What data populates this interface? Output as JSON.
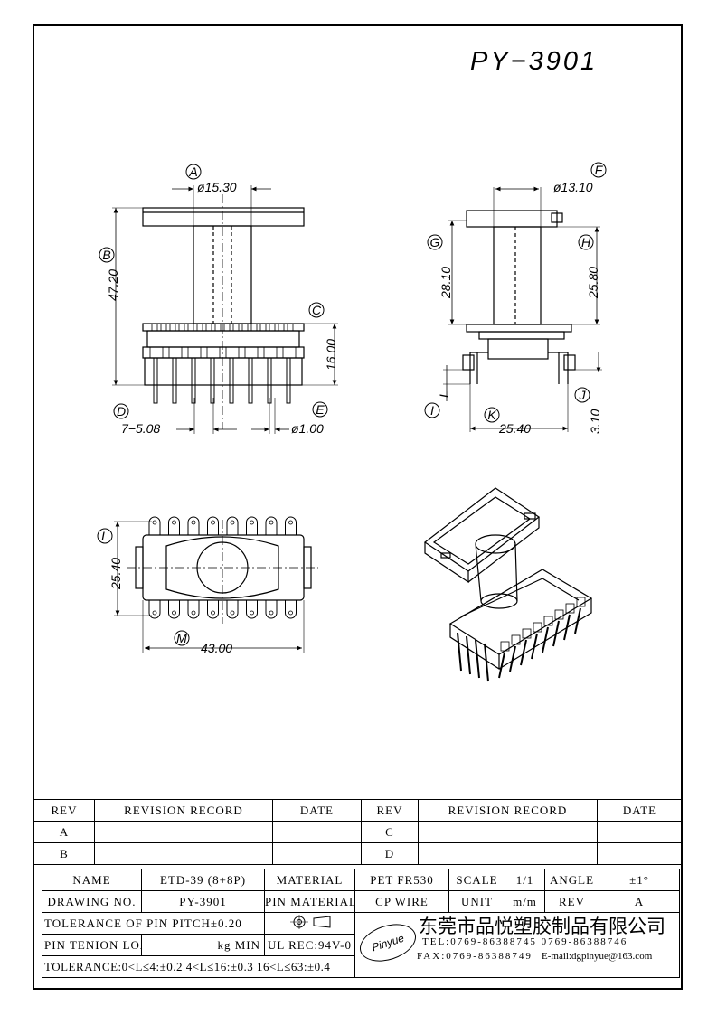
{
  "title": "PY−3901",
  "dimensions": {
    "A": "A",
    "B": "B",
    "C": "C",
    "D": "D",
    "E": "E",
    "F": "F",
    "G": "G",
    "H": "H",
    "I": "I",
    "J": "J",
    "K": "K",
    "L": "L",
    "M": "M",
    "dia_15_30": "ø15.30",
    "d_47_20": "47.20",
    "d_16_00": "16.00",
    "pitch": "7−5.08",
    "dia_1_00": "ø1.00",
    "dia_13_10": "ø13.10",
    "d_28_10": "28.10",
    "d_25_80": "25.80",
    "L_label": "L",
    "d_25_40_side": "25.40",
    "d_3_10": "3.10",
    "d_25_40_bottom": "25.40",
    "d_43_00": "43.00"
  },
  "revision": {
    "head_rev": "REV",
    "head_record": "REVISION RECORD",
    "head_date": "DATE",
    "rows": [
      {
        "rev1": "A",
        "rev2": "C"
      },
      {
        "rev1": "B",
        "rev2": "D"
      }
    ]
  },
  "info": {
    "name_label": "NAME",
    "name_value": "ETD-39 (8+8P)",
    "material_label": "MATERIAL",
    "material_value": "PET FR530",
    "scale_label": "SCALE",
    "scale_value": "1/1",
    "angle_label": "ANGLE",
    "angle_value": "±1°",
    "drawing_label": "DRAWING NO.",
    "drawing_value": "PY-3901",
    "pin_material_label": "PIN MATERIAL",
    "pin_material_value": "CP WIRE",
    "unit_label": "UNIT",
    "unit_value": "m/m",
    "rev_label": "REV",
    "rev_value": "A",
    "tol_pitch": "TOLERANCE OF PIN PITCH±0.20",
    "pin_load_label": "PIN TENION LOAD",
    "pin_load_unit": "kg MIN",
    "ul_rec": "UL REC:94V-0",
    "tolerance_line": "TOLERANCE:0<L≤4:±0.2  4<L≤16:±0.3  16<L≤63:±0.4",
    "company_cn": "东莞市品悦塑胶制品有限公司",
    "tel": "TEL:0769-86388745   0769-86388746",
    "fax": "FAX:0769-86388749",
    "email": "E-mail:dgpinyue@163.com",
    "logo": "Pinyue"
  }
}
